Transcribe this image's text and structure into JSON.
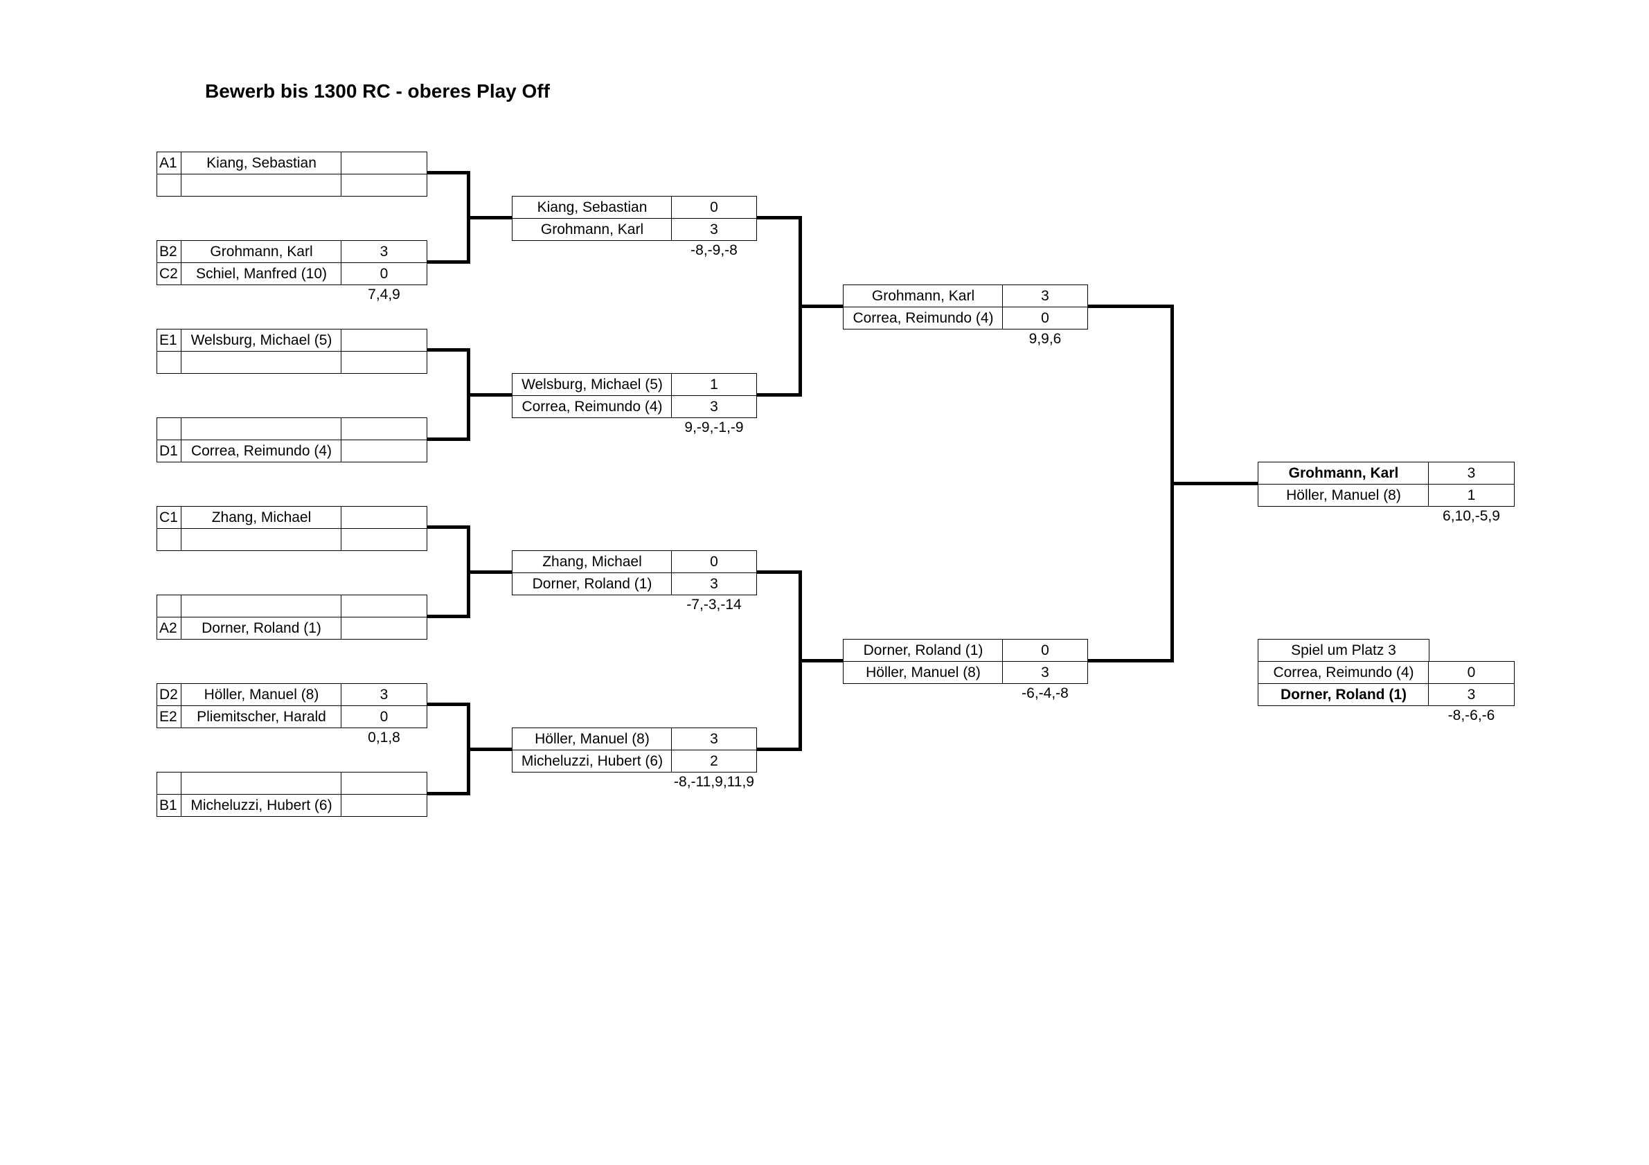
{
  "title": "Bewerb bis 1300 RC - oberes Play Off",
  "round1": [
    {
      "top": {
        "seed": "A1",
        "name": "Kiang, Sebastian",
        "score": ""
      },
      "bottom": {
        "seed": "",
        "name": "",
        "score": ""
      }
    },
    {
      "top": {
        "seed": "B2",
        "name": "Grohmann, Karl",
        "score": "3"
      },
      "bottom": {
        "seed": "C2",
        "name": "Schiel, Manfred (10)",
        "score": "0"
      },
      "result": "7,4,9"
    },
    {
      "top": {
        "seed": "E1",
        "name": "Welsburg, Michael (5)",
        "score": ""
      },
      "bottom": {
        "seed": "",
        "name": "",
        "score": ""
      }
    },
    {
      "top": {
        "seed": "",
        "name": "",
        "score": ""
      },
      "bottom": {
        "seed": "D1",
        "name": "Correa, Reimundo (4)",
        "score": ""
      }
    },
    {
      "top": {
        "seed": "C1",
        "name": "Zhang, Michael",
        "score": ""
      },
      "bottom": {
        "seed": "",
        "name": "",
        "score": ""
      }
    },
    {
      "top": {
        "seed": "",
        "name": "",
        "score": ""
      },
      "bottom": {
        "seed": "A2",
        "name": "Dorner, Roland (1)",
        "score": ""
      }
    },
    {
      "top": {
        "seed": "D2",
        "name": "Höller, Manuel (8)",
        "score": "3"
      },
      "bottom": {
        "seed": "E2",
        "name": "Pliemitscher, Harald",
        "score": "0"
      },
      "result": "0,1,8"
    },
    {
      "top": {
        "seed": "",
        "name": "",
        "score": ""
      },
      "bottom": {
        "seed": "B1",
        "name": "Micheluzzi, Hubert (6)",
        "score": ""
      }
    }
  ],
  "round2": [
    {
      "top": {
        "name": "Kiang, Sebastian",
        "score": "0"
      },
      "bottom": {
        "name": "Grohmann, Karl",
        "score": "3"
      },
      "result": "-8,-9,-8"
    },
    {
      "top": {
        "name": "Welsburg, Michael (5)",
        "score": "1"
      },
      "bottom": {
        "name": "Correa, Reimundo (4)",
        "score": "3"
      },
      "result": "9,-9,-1,-9"
    },
    {
      "top": {
        "name": "Zhang, Michael",
        "score": "0"
      },
      "bottom": {
        "name": "Dorner, Roland (1)",
        "score": "3"
      },
      "result": "-7,-3,-14"
    },
    {
      "top": {
        "name": "Höller, Manuel (8)",
        "score": "3"
      },
      "bottom": {
        "name": "Micheluzzi, Hubert (6)",
        "score": "2"
      },
      "result": "-8,-11,9,11,9"
    }
  ],
  "semifinals": [
    {
      "top": {
        "name": "Grohmann, Karl",
        "score": "3"
      },
      "bottom": {
        "name": "Correa, Reimundo (4)",
        "score": "0"
      },
      "result": "9,9,6"
    },
    {
      "top": {
        "name": "Dorner, Roland (1)",
        "score": "0"
      },
      "bottom": {
        "name": "Höller, Manuel (8)",
        "score": "3"
      },
      "result": "-6,-4,-8"
    }
  ],
  "final": {
    "top": {
      "name": "Grohmann, Karl",
      "score": "3"
    },
    "bottom": {
      "name": "Höller, Manuel (8)",
      "score": "1"
    },
    "result": "6,10,-5,9"
  },
  "third_place": {
    "label": "Spiel um Platz 3",
    "top": {
      "name": "Correa, Reimundo (4)",
      "score": "0"
    },
    "bottom": {
      "name": "Dorner, Roland (1)",
      "score": "3"
    },
    "result": "-8,-6,-6"
  }
}
